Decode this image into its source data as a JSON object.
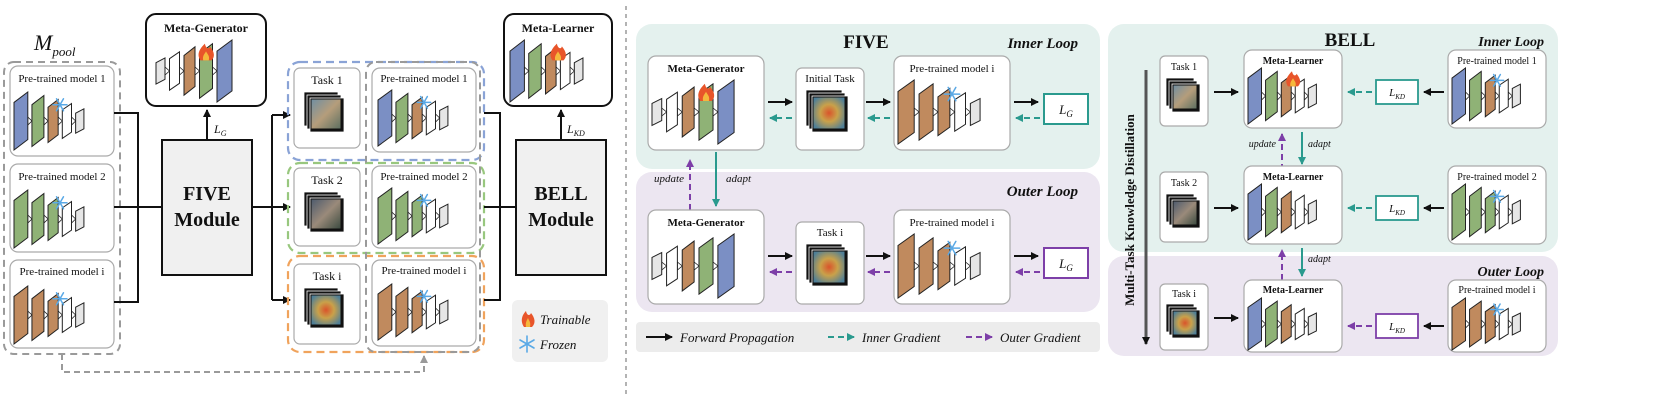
{
  "left_panel": {
    "pool_label": "M",
    "pool_sub": "pool",
    "pool_models": [
      "Pre-trained model 1",
      "Pre-trained model 2",
      "Pre-trained model i"
    ],
    "meta_generator": "Meta-Generator",
    "loss_g": "L",
    "loss_g_sub": "G",
    "five_module_1": "FIVE",
    "five_module_2": "Module",
    "tasks": [
      "Task 1",
      "Task 2",
      "Task i"
    ],
    "task_models": [
      "Pre-trained model 1",
      "Pre-trained model 2",
      "Pre-trained model i"
    ],
    "meta_learner": "Meta-Learner",
    "loss_kd": "L",
    "loss_kd_sub": "KD",
    "bell_module_1": "BELL",
    "bell_module_2": "Module",
    "legend_trainable": "Trainable",
    "legend_frozen": "Frozen"
  },
  "middle_panel": {
    "title": "FIVE",
    "inner_loop": "Inner Loop",
    "outer_loop": "Outer Loop",
    "meta_generator": "Meta-Generator",
    "initial_task": "Initial Task",
    "task_i": "Task i",
    "pretrained": "Pre-trained model i",
    "loss": "L",
    "loss_sub": "G",
    "update": "update",
    "adapt": "adapt",
    "legend_forward": "Forward Propagation",
    "legend_inner": "Inner Gradient",
    "legend_outer": "Outer Gradient"
  },
  "right_panel": {
    "title": "BELL",
    "inner_loop": "Inner Loop",
    "outer_loop": "Outer Loop",
    "side_label": "Multi-Task Knowledge Distillation",
    "tasks": [
      "Task 1",
      "Task 2",
      "Task i"
    ],
    "meta_learner": "Meta-Learner",
    "models": [
      "Pre-trained model 1",
      "Pre-trained model 2",
      "Pre-trained model i"
    ],
    "loss": "L",
    "loss_sub": "KD",
    "update": "update",
    "adapt": "adapt"
  },
  "colors": {
    "blue": "#7b8fc4",
    "green": "#8fb276",
    "brown": "#c08a5e",
    "gray": "#9a9a9a",
    "teal": "#2a9a8e",
    "purple": "#7d3fa8",
    "inner_bg": "#e4f1ee",
    "outer_bg": "#ece6f1",
    "orange": "#f0a35c",
    "box_blue": "#8aa3d6",
    "box_green": "#98c77e"
  }
}
